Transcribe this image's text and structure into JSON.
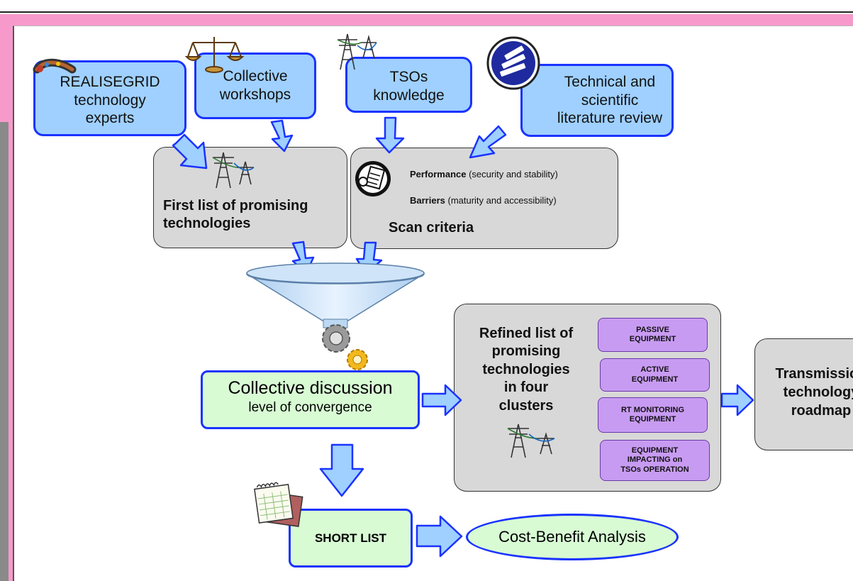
{
  "sources": {
    "realisegrid": "REALISEGRID technology experts",
    "workshops": "Collective workshops",
    "tsos": "TSOs knowledge",
    "literature": "Technical and scientific literature review"
  },
  "first_list": {
    "title_line1": "First list of promising",
    "title_line2": "technologies"
  },
  "scan_criteria": {
    "performance_bold": "Performance",
    "performance_rest": " (security and stability)",
    "barriers_bold": "Barriers",
    "barriers_rest": " (maturity and accessibility)",
    "title": "Scan criteria"
  },
  "discussion": {
    "title": "Collective discussion",
    "subtitle": "level of convergence"
  },
  "refined": {
    "line1": "Refined list of",
    "line2": "promising",
    "line3": "technologies",
    "line4": "in four",
    "line5": "clusters"
  },
  "clusters": [
    {
      "line1": "PASSIVE",
      "line2": "EQUIPMENT",
      "line3": ""
    },
    {
      "line1": "ACTIVE",
      "line2": "EQUIPMENT",
      "line3": ""
    },
    {
      "line1": "RT MONITORING",
      "line2": "EQUIPMENT",
      "line3": ""
    },
    {
      "line1": "EQUIPMENT",
      "line2": "IMPACTING on",
      "line3": "TSOs OPERATION"
    }
  ],
  "roadmap": {
    "line1": "Transmission",
    "line2": "technology",
    "line3": "roadmap"
  },
  "short_list": "SHORT LIST",
  "cost_benefit": "Cost-Benefit Analysis",
  "colors": {
    "blue_fill": "#9fd0ff",
    "blue_border": "#1a33ff",
    "grey_fill": "#d8d8d8",
    "green_fill": "#d8fbd4",
    "purple_fill": "#c89bf2",
    "pink_band": "#f79acb"
  },
  "icons": [
    "cable-icon",
    "scales-icon",
    "pylon-icon",
    "books-icon",
    "document-icon",
    "gears-icon",
    "calendar-icon"
  ]
}
